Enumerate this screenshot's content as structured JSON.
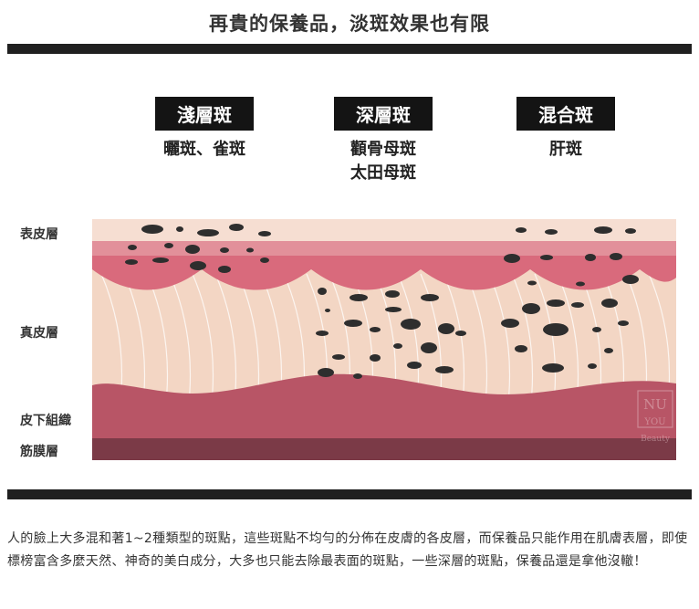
{
  "header": {
    "title": "再貴的保養品，淡斑效果也有限"
  },
  "spot_types": [
    {
      "label": "淺層斑",
      "desc": [
        "曬斑、雀斑"
      ]
    },
    {
      "label": "深層斑",
      "desc": [
        "顴骨母斑",
        "太田母斑"
      ]
    },
    {
      "label": "混合斑",
      "desc": [
        "肝斑"
      ]
    }
  ],
  "layers": [
    {
      "name": "表皮層",
      "color": "#f6ded2"
    },
    {
      "name": "真皮層",
      "color": "#f3d6c4"
    },
    {
      "name": "皮下組織",
      "color": "#b85566"
    },
    {
      "name": "筋膜層",
      "color": "#7b3a47"
    }
  ],
  "watermark": {
    "line1": "NU",
    "line2": "YOU",
    "line3": "Beauty"
  },
  "body_text": "人的臉上大多混和著1~2種類型的斑點，這些斑點不均勻的分佈在皮膚的各皮層，而保養品只能作用在肌膚表層，即使標榜富含多麼天然、神奇的美白成分，大多也只能去除最表面的斑點，一些深層的斑點，保養品還是拿他沒轍！"
}
